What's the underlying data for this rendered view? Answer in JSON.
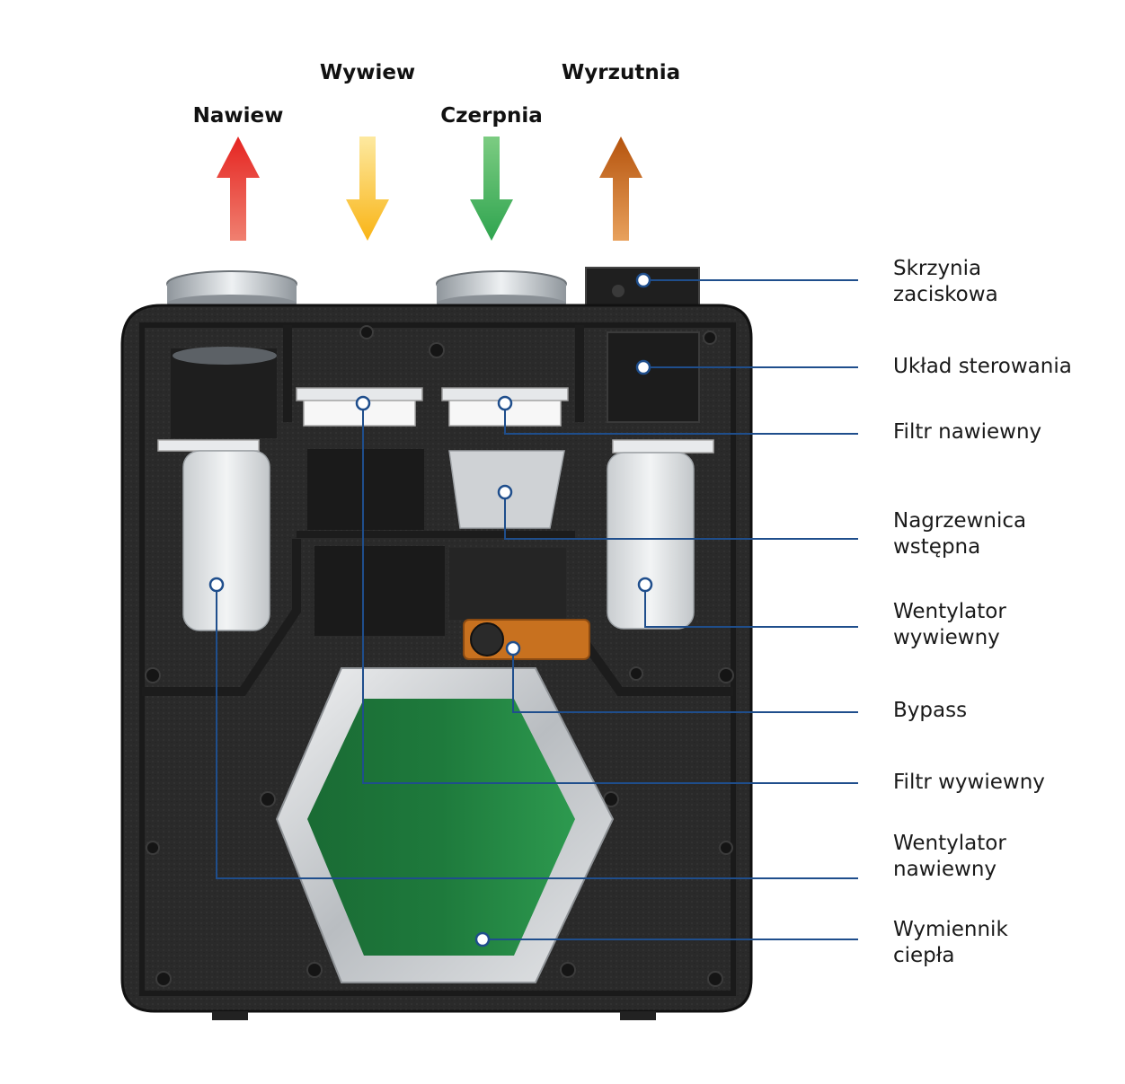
{
  "flows": [
    {
      "id": "nawiew",
      "label": "Nawiew",
      "direction": "up",
      "color_top": "#e52421",
      "color_bottom": "#f08070"
    },
    {
      "id": "wywiew",
      "label": "Wywiew",
      "direction": "down",
      "color_top": "#fde9a0",
      "color_bottom": "#f9b415"
    },
    {
      "id": "czerpnia",
      "label": "Czerpnia",
      "direction": "down",
      "color_top": "#7ccc82",
      "color_bottom": "#2fa44f"
    },
    {
      "id": "wyrzutnia",
      "label": "Wyrzutnia",
      "direction": "up",
      "color_top": "#b5530d",
      "color_bottom": "#e8a15c"
    }
  ],
  "components": [
    {
      "id": "skrzynia",
      "label": "Skrzynia\nzaciskowa"
    },
    {
      "id": "uklad",
      "label": "Układ sterowania"
    },
    {
      "id": "filtr-nawiewny",
      "label": "Filtr nawiewny"
    },
    {
      "id": "nagrzewnica",
      "label": "Nagrzewnica\nwstępna"
    },
    {
      "id": "wentylator-wywiewny",
      "label": "Wentylator\nwywiewny"
    },
    {
      "id": "bypass",
      "label": "Bypass"
    },
    {
      "id": "filtr-wywiewny",
      "label": "Filtr wywiewny"
    },
    {
      "id": "wentylator-nawiewny",
      "label": "Wentylator\nnawiewny"
    },
    {
      "id": "wymiennik",
      "label": "Wymiennik\nciepła"
    }
  ],
  "colors": {
    "callout_line": "#1f4e8c",
    "housing": "#2b2b2b",
    "exchanger": "#1e7a3c"
  }
}
